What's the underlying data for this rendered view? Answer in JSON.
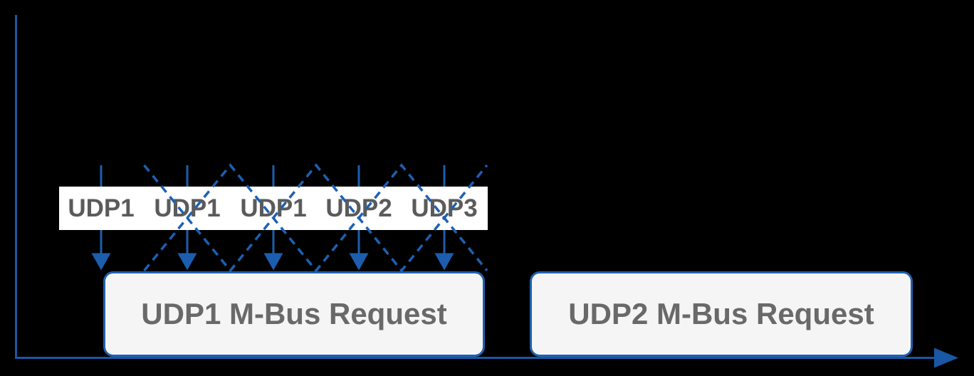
{
  "colors": {
    "bg": "#000000",
    "axis": "#1A57A5",
    "arrow": "#1C5EAD",
    "dashed": "#1C60B2",
    "box_border": "#1F61AD",
    "box_fill": "#F5F5F6",
    "strip_bg": "#FFFFFF",
    "strip_text": "#5B5B5B",
    "box_text": "#696969"
  },
  "strip": {
    "labels": [
      "UDP1",
      "UDP1",
      "UDP1",
      "UDP2",
      "UDP3"
    ]
  },
  "boxes": [
    {
      "label": "UDP1 M-Bus Request"
    },
    {
      "label": "UDP2 M-Bus Request"
    }
  ],
  "icons": {
    "x_axis_arrowhead": "right-arrowhead",
    "request_arrowhead": "down-arrowhead"
  }
}
